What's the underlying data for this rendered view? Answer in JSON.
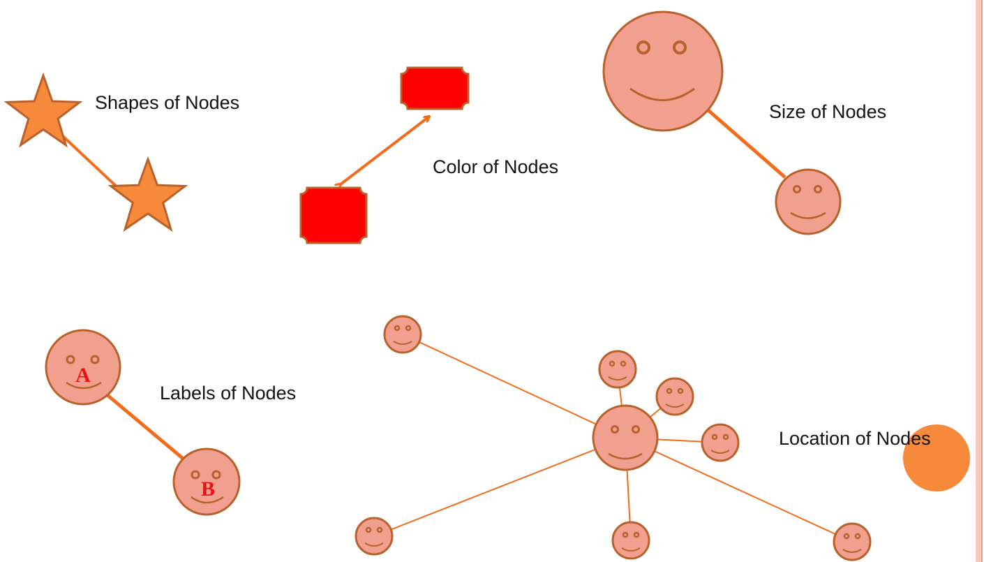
{
  "captions": {
    "shapes": "Shapes of Nodes",
    "color": "Color of Nodes",
    "size": "Size of Nodes",
    "labels": "Labels of Nodes",
    "location": "Location of Nodes"
  },
  "node_labels": {
    "a": "A",
    "b": "B"
  },
  "colors": {
    "node_fill": "#f1a090",
    "node_stroke": "#b8612a",
    "edge": "#f26d1b",
    "star_fill": "#f7893a",
    "red_node": "#ff0000",
    "label_text": "#ee1111",
    "location_dot": "#f7893a"
  }
}
